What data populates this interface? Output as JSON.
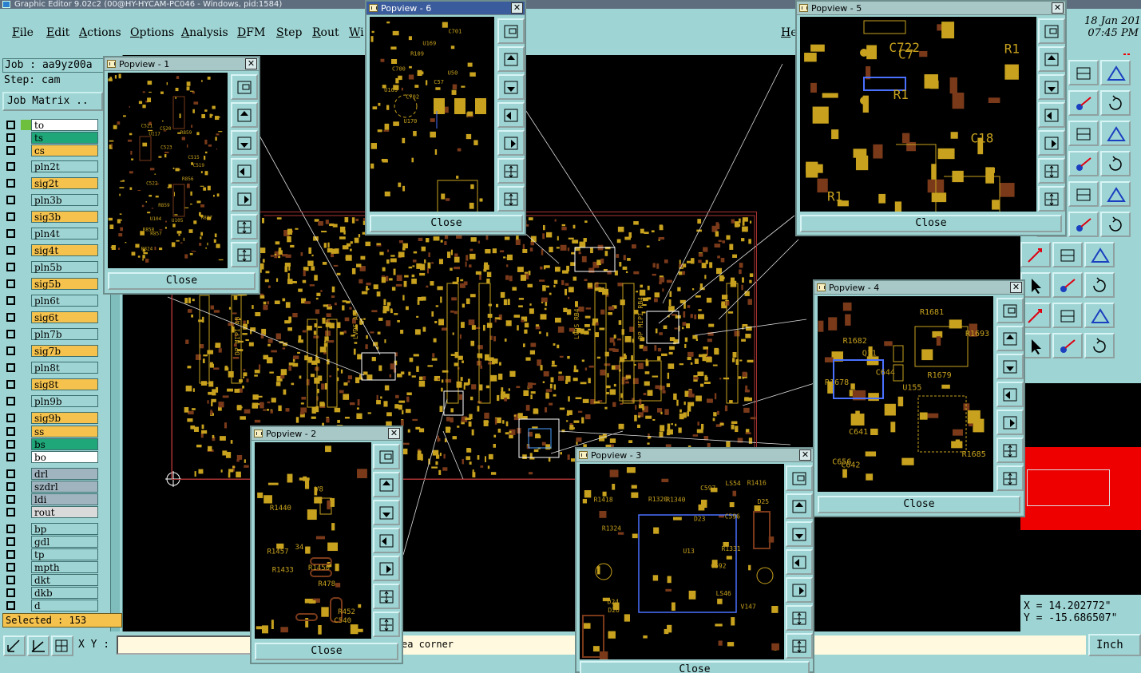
{
  "window": {
    "title": "Graphic Editor 9.02c2 (00@HY-HYCAM-PC046 - Windows, pid:1584)"
  },
  "menu": {
    "items": [
      "File",
      "Edit",
      "Actions",
      "Options",
      "Analysis",
      "DFM",
      "Step",
      "Rout",
      "Wi"
    ],
    "help": "He"
  },
  "clock": {
    "date": "18 Jan 201",
    "time": "07:45 PM"
  },
  "job": {
    "job_label": "Job : aa9yz00a",
    "step_label": "Step: cam",
    "matrix_button": "Job Matrix .."
  },
  "layers": [
    {
      "name": "to",
      "color": "#6fbf3f",
      "bg": "#ffffff"
    },
    {
      "name": "ts",
      "color": "#9ed5d4",
      "bg": "#1fa77a"
    },
    {
      "name": "cs",
      "color": "#9ed5d4",
      "bg": "#f5c24d"
    },
    {
      "name": "pln2t",
      "color": "#9ed5d4",
      "bg": "#9ed5d4"
    },
    {
      "name": "sig2t",
      "color": "#9ed5d4",
      "bg": "#f5c24d"
    },
    {
      "name": "pln3b",
      "color": "#9ed5d4",
      "bg": "#9ed5d4"
    },
    {
      "name": "sig3b",
      "color": "#9ed5d4",
      "bg": "#f5c24d"
    },
    {
      "name": "pln4t",
      "color": "#9ed5d4",
      "bg": "#9ed5d4"
    },
    {
      "name": "sig4t",
      "color": "#9ed5d4",
      "bg": "#f5c24d"
    },
    {
      "name": "pln5b",
      "color": "#9ed5d4",
      "bg": "#9ed5d4"
    },
    {
      "name": "sig5b",
      "color": "#9ed5d4",
      "bg": "#f5c24d"
    },
    {
      "name": "pln6t",
      "color": "#9ed5d4",
      "bg": "#9ed5d4"
    },
    {
      "name": "sig6t",
      "color": "#9ed5d4",
      "bg": "#f5c24d"
    },
    {
      "name": "pln7b",
      "color": "#9ed5d4",
      "bg": "#9ed5d4"
    },
    {
      "name": "sig7b",
      "color": "#9ed5d4",
      "bg": "#f5c24d"
    },
    {
      "name": "pln8t",
      "color": "#9ed5d4",
      "bg": "#9ed5d4"
    },
    {
      "name": "sig8t",
      "color": "#9ed5d4",
      "bg": "#f5c24d"
    },
    {
      "name": "pln9b",
      "color": "#9ed5d4",
      "bg": "#9ed5d4"
    },
    {
      "name": "sig9b",
      "color": "#9ed5d4",
      "bg": "#f5c24d"
    },
    {
      "name": "ss",
      "color": "#9ed5d4",
      "bg": "#f5c24d"
    },
    {
      "name": "bs",
      "color": "#9ed5d4",
      "bg": "#1fa77a"
    },
    {
      "name": "bo",
      "color": "#9ed5d4",
      "bg": "#ffffff"
    },
    {
      "name": "drl",
      "color": "#9ed5d4",
      "bg": "#9fb4bf"
    },
    {
      "name": "szdrl",
      "color": "#9ed5d4",
      "bg": "#9fb4bf"
    },
    {
      "name": "ldi",
      "color": "#9ed5d4",
      "bg": "#9fb4bf"
    },
    {
      "name": "rout",
      "color": "#9ed5d4",
      "bg": "#dadada"
    },
    {
      "name": "bp",
      "color": "#9ed5d4",
      "bg": "#9ed5d4"
    },
    {
      "name": "gdl",
      "color": "#9ed5d4",
      "bg": "#9ed5d4"
    },
    {
      "name": "tp",
      "color": "#9ed5d4",
      "bg": "#9ed5d4"
    },
    {
      "name": "mpth",
      "color": "#9ed5d4",
      "bg": "#9ed5d4"
    },
    {
      "name": "dkt",
      "color": "#9ed5d4",
      "bg": "#9ed5d4"
    },
    {
      "name": "dkb",
      "color": "#9ed5d4",
      "bg": "#9ed5d4"
    },
    {
      "name": "d",
      "color": "#9ed5d4",
      "bg": "#9ed5d4"
    }
  ],
  "status": {
    "selected": "Selected : 153",
    "xy_label": "X Y :",
    "message": "ea corner",
    "units": "Inch"
  },
  "coords": {
    "x": "X = 14.202772\"",
    "y": "Y = -15.686507\""
  },
  "popviews": [
    {
      "title": "Popview - 1",
      "close": "Close",
      "labels": [
        "C519",
        "C521",
        "U104",
        "U117",
        "R827",
        "C523",
        "R856",
        "R858",
        "R859",
        "C522",
        "U105",
        "R857",
        "R859",
        "R824",
        "C515",
        "C520"
      ]
    },
    {
      "title": "Popview - 2",
      "close": "Close",
      "labels": [
        "C540",
        "V8",
        "R1457",
        "R1450",
        "R1440",
        "R1433",
        "R452",
        "R478",
        "34"
      ]
    },
    {
      "title": "Popview - 3",
      "close": "Close",
      "labels": [
        "LS54",
        "V147",
        "R1340",
        "R1331",
        "R1324",
        "R1320",
        "LS46",
        "C592",
        "C596",
        "R1418",
        "D24",
        "D26",
        "D25",
        "D23",
        "C597",
        "R1416",
        "U13"
      ]
    },
    {
      "title": "Popview - 4",
      "close": "Close",
      "labels": [
        "R1678",
        "U155",
        "C641",
        "C642",
        "C644",
        "C656",
        "R1681",
        "R1679",
        "Q11",
        "R1693",
        "R1685",
        "R1682"
      ]
    },
    {
      "title": "Popview - 5",
      "close": "Close",
      "labels": [
        "C722",
        "C18",
        "R1",
        "R1",
        "R1",
        "C7"
      ]
    },
    {
      "title": "Popview - 6",
      "close": "Close",
      "labels": [
        "U50",
        "R109",
        "C57",
        "U169",
        "C700",
        "U169",
        "C701",
        "U170",
        "C702"
      ]
    }
  ],
  "board_labels": [
    "DP MIPI AB",
    "LVDS AB",
    "LVDS RB4",
    "DP MIPI RB4"
  ],
  "colors": {
    "panel": "#9ed5d4",
    "pad": "#c8a21e",
    "trace": "#7a3a1a",
    "outline": "#ffffff",
    "highlight": "#3b5c9c"
  }
}
